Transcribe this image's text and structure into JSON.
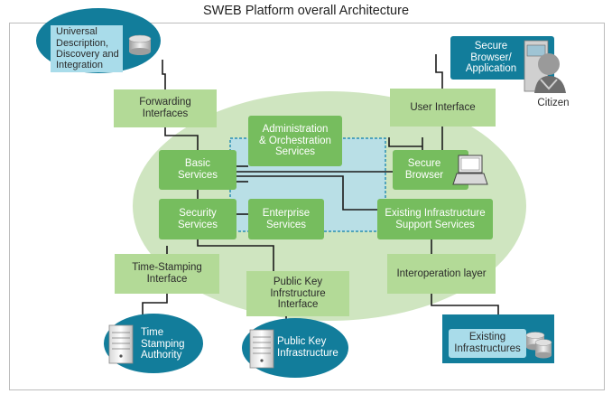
{
  "diagram": {
    "title": "SWEB Platform overall Architecture",
    "nodes": {
      "uddi": "Universal\nDescription,\nDiscovery and\nIntegration",
      "secure_browser_app": "Secure\nBrowser/\nApplication",
      "citizen": "Citizen",
      "forwarding": "Forwarding\nInterfaces",
      "user_interface": "User Interface",
      "admin": "Administration\n& Orchestration\nServices",
      "basic": "Basic\nServices",
      "secure_browser": "Secure\nBrowser",
      "security": "Security\nServices",
      "enterprise": "Enterprise\nServices",
      "existing_support": "Existing Infrastructure\nSupport Services",
      "timestamping_if": "Time-Stamping\nInterface",
      "pki_if": "Public Key\nInfrstructure\nInterface",
      "interop": "Interoperation layer",
      "tsa": "Time\nStamping\nAuthority",
      "pki": "Public Key\nInfrastructure",
      "existing_infra": "Existing\nInfrastructures"
    },
    "colors": {
      "border": "#bcbcbc",
      "ellipse": "#cfe5c0",
      "inner_panel": "#b9dfe6",
      "inner_dash": "#2a8fb3",
      "green_dark": "#76bd5e",
      "green_light": "#b3da97",
      "teal": "#127d9b",
      "teal_light": "#a9dcea",
      "line": "#1a1a1a"
    },
    "icons": [
      "database-icon",
      "server-icon",
      "laptop-icon",
      "person-icon",
      "computer-icon"
    ]
  }
}
